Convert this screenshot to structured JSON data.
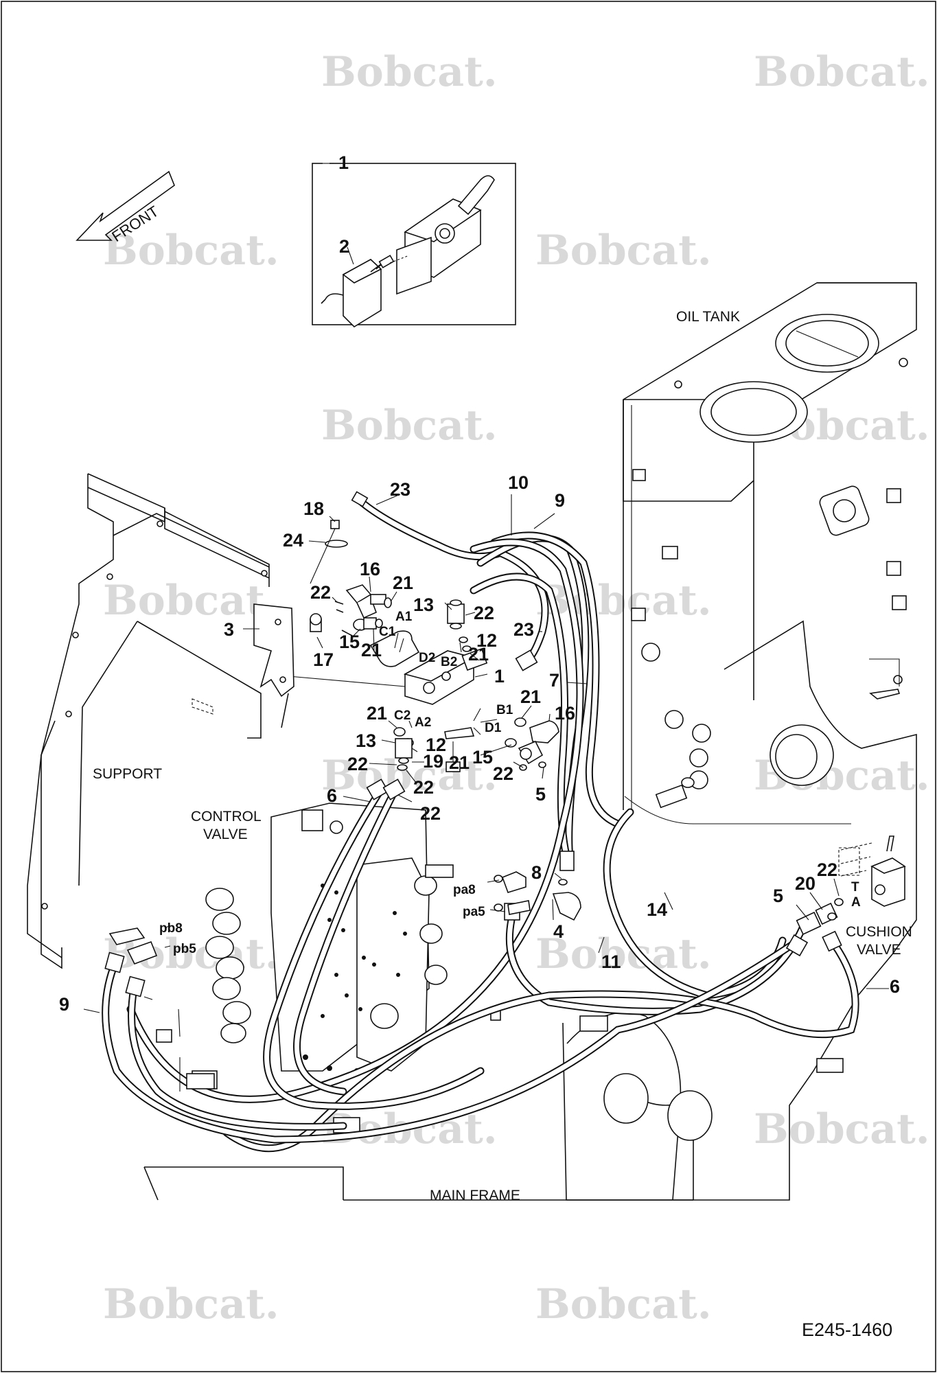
{
  "watermark": {
    "text": "Bobcat."
  },
  "front_arrow": {
    "text": "FRONT"
  },
  "drawing_code": "E245-1460",
  "areas": {
    "oil_tank": "OIL TANK",
    "support": "SUPPORT",
    "control_valve_1": "CONTROL",
    "control_valve_2": "VALVE",
    "cushion_valve_1": "CUSHION",
    "cushion_valve_2": "VALVE",
    "main_frame": "MAIN FRAME"
  },
  "callouts": [
    "1",
    "2",
    "23",
    "10",
    "9",
    "18",
    "24",
    "16",
    "21",
    "22",
    "13",
    "22",
    "3",
    "17",
    "15",
    "21",
    "12",
    "23",
    "21",
    "1",
    "7",
    "21",
    "16",
    "13",
    "21",
    "12",
    "19",
    "21",
    "15",
    "22",
    "22",
    "22",
    "5",
    "6",
    "22",
    "8",
    "14",
    "4",
    "11",
    "20",
    "22",
    "5",
    "6",
    "9"
  ],
  "ports": [
    "A1",
    "C1",
    "D2",
    "B2",
    "C2",
    "A2",
    "B1",
    "D1",
    "pa8",
    "pa5",
    "pb8",
    "pb5",
    "T",
    "A"
  ]
}
